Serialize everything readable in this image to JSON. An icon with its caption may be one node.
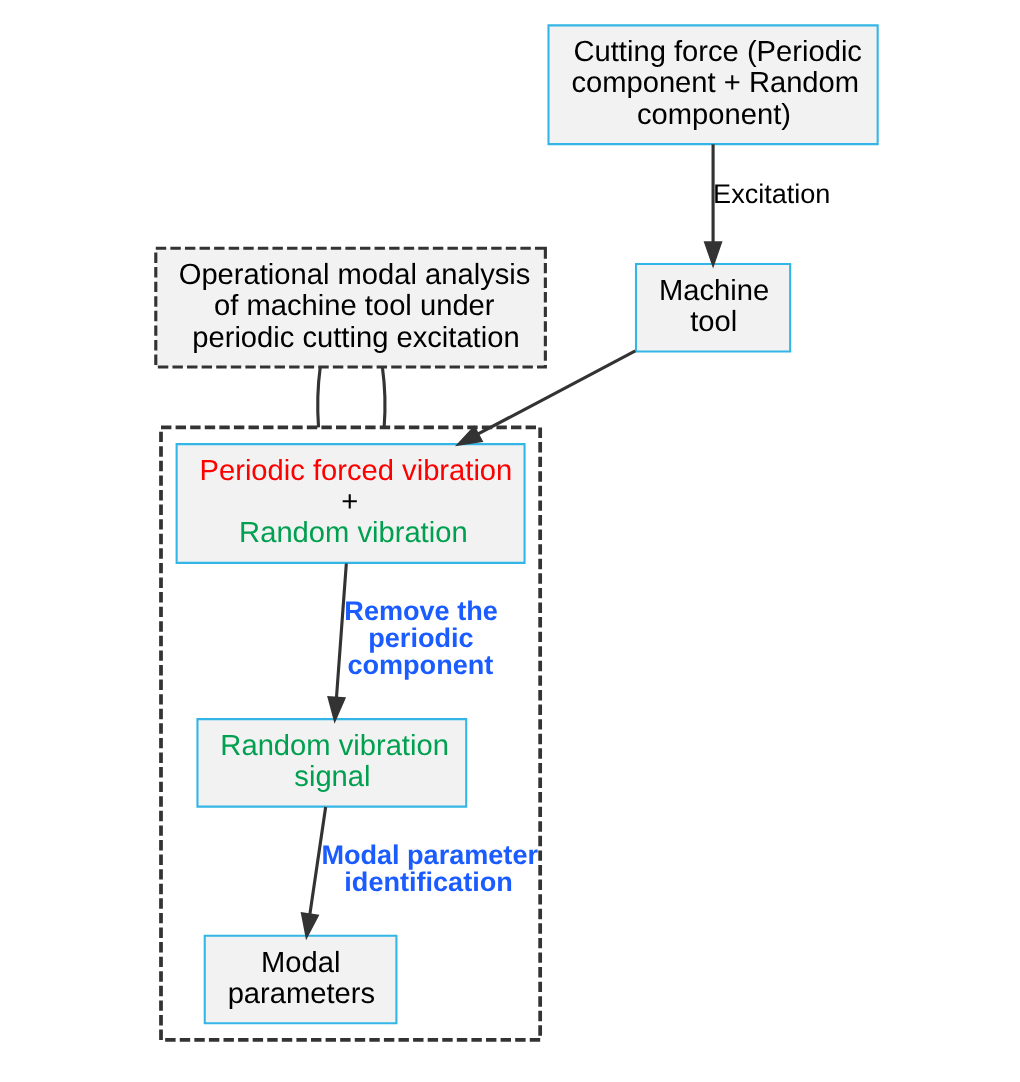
{
  "diagram": {
    "nodes": [
      {
        "text": [
          "Operational modal analysis of machine tool under periodic cutting excitation"
        ]
      },
      {
        "text": [],
        "shape": "box"
      },
      {
        "text": [
          "Machine tool"
        ]
      },
      {
        "text": [
          "Periodic forced vibration",
          "+",
          "Random vibration"
        ],
        "in": 1
      },
      {
        "text": [
          "Random vibration signal"
        ],
        "in": 1
      },
      {
        "text": [
          "Modal parameters"
        ],
        "in": 1
      },
      {
        "text": [
          "Cutting force (Periodic component + Random component)"
        ]
      }
    ],
    "edges": [
      {
        "from": 0,
        "to": 1,
        "arrow": "none"
      },
      {
        "from": 0,
        "to": 1,
        "arrow": "none"
      },
      {
        "from": 6,
        "to": 2,
        "arrow": "to",
        "label": "Excitation"
      },
      {
        "from": 2,
        "to": 3,
        "arrow": "to"
      },
      {
        "from": 3,
        "to": 4,
        "arrow": "to",
        "label": "Remove the periodic component"
      },
      {
        "from": 4,
        "to": 5,
        "arrow": "to",
        "label": "Modal parameter identification"
      }
    ]
  }
}
